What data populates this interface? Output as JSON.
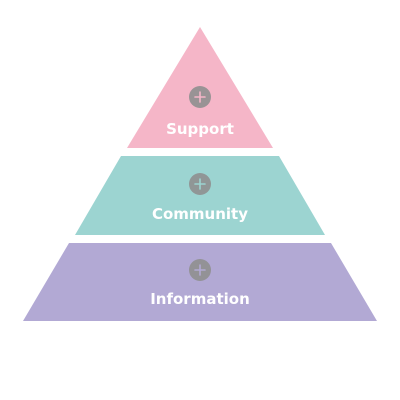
{
  "tiers": [
    {
      "label": "Support",
      "color": "#f5b6c8",
      "plus_color": "#f5b6c8",
      "icon": "plus-icon"
    },
    {
      "label": "Community",
      "color": "#9cd4d1",
      "plus_color": "#9cd4d1",
      "icon": "plus-icon"
    },
    {
      "label": "Information",
      "color": "#b2a9d4",
      "plus_color": "#b2a9d4",
      "icon": "plus-icon"
    }
  ]
}
